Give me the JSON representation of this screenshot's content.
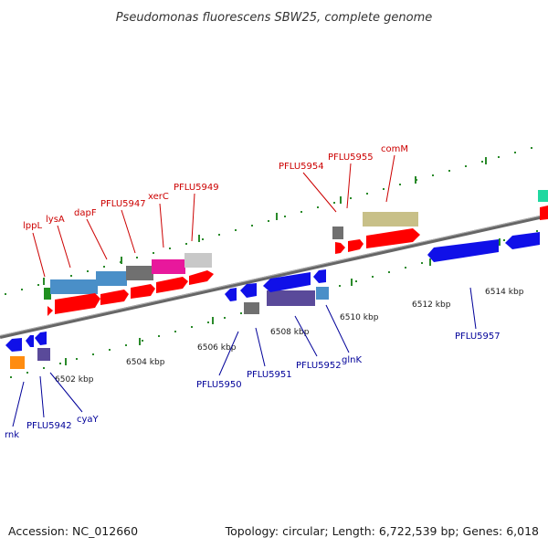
{
  "title": "Pseudomonas fluorescens SBW25, complete genome",
  "footer": {
    "accession": "Accession: NC_012660",
    "summary": "Topology: circular; Length: 6,722,539 bp; Genes: 6,018"
  },
  "kbp_ticks": [
    "6502 kbp",
    "6504 kbp",
    "6506 kbp",
    "6508 kbp",
    "6510 kbp",
    "6512 kbp",
    "6514 kbp"
  ],
  "top_gene_labels": [
    "lppL",
    "lysA",
    "dapF",
    "PFLU5947",
    "xerC",
    "PFLU5949",
    "PFLU5954",
    "PFLU5955",
    "comM"
  ],
  "bottom_gene_labels": [
    "rnk",
    "PFLU5942",
    "cyaY",
    "PFLU5950",
    "PFLU5951",
    "PFLU5952",
    "glnK",
    "PFLU5957"
  ],
  "colors": {
    "label_top": "#cc0000",
    "label_bottom": "#000099",
    "forward_gene": "#ff0000",
    "reverse_gene": "#1010e8",
    "backbone": "#777777",
    "tick": "#2a8a2a",
    "feature_steelblue": "#4a8fc8",
    "feature_gray": "#707070",
    "feature_magenta": "#e8189c",
    "feature_lightgray": "#c8c8c8",
    "feature_green": "#1f8f1f",
    "feature_khaki": "#c8c088",
    "feature_purple": "#5a4a9a",
    "feature_orange": "#ff8c10",
    "feature_teal": "#20d8a0"
  }
}
